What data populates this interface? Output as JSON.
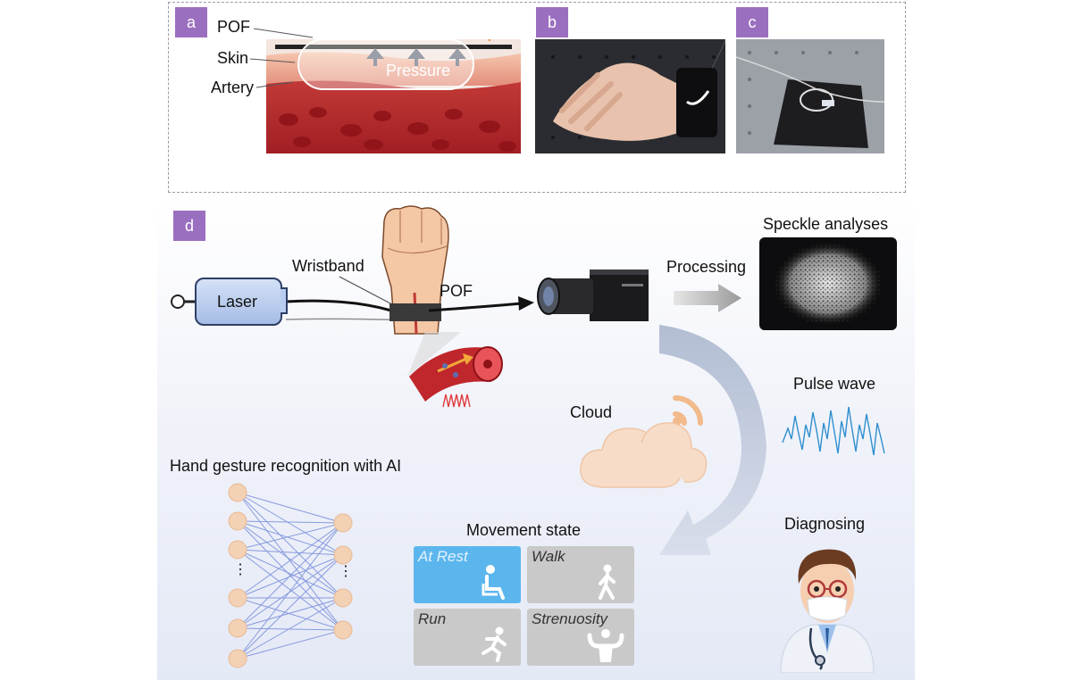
{
  "panels": {
    "a": "a",
    "b": "b",
    "c": "c",
    "d": "d"
  },
  "panel_a": {
    "pof": "POF",
    "skin": "Skin",
    "artery": "Artery",
    "pressure": "Pressure"
  },
  "panel_d": {
    "laser": "Laser",
    "wristband": "Wristband",
    "pof": "POF",
    "processing": "Processing",
    "speckle": "Speckle analyses",
    "pulse_wave": "Pulse wave",
    "cloud": "Cloud",
    "hand_gesture": "Hand gesture recognition with AI",
    "movement_state": "Movement state",
    "diagnosing": "Diagnosing",
    "ellipsis": "⋮"
  },
  "movement_states": [
    "At Rest",
    "Walk",
    "Run",
    "Strenuosity"
  ],
  "colors": {
    "panel_label": "#9b6fc0",
    "artery_red": "#c0272d",
    "laser_box": "#b9cdf0",
    "network_node": "#f3d1b4",
    "network_edge": "#6f86d8",
    "pulse": "#2f8fcf",
    "tile_rest": "#5cb6ee",
    "tile_default": "#c9c9c9"
  }
}
